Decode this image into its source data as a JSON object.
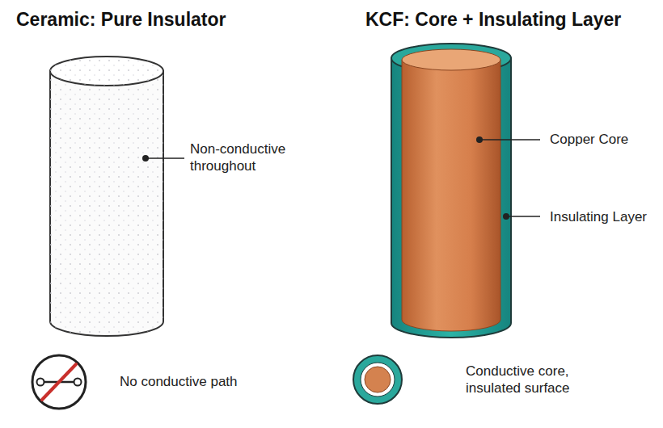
{
  "diagram": {
    "labels": [
      "Ceramic: Pure Insulator",
      "KCF: Core + Insulating Layer",
      "Non-conductive throughout",
      "Copper Core",
      "Insulating Layer",
      "No conductive path",
      "Conductive core, insulated surface"
    ]
  }
}
